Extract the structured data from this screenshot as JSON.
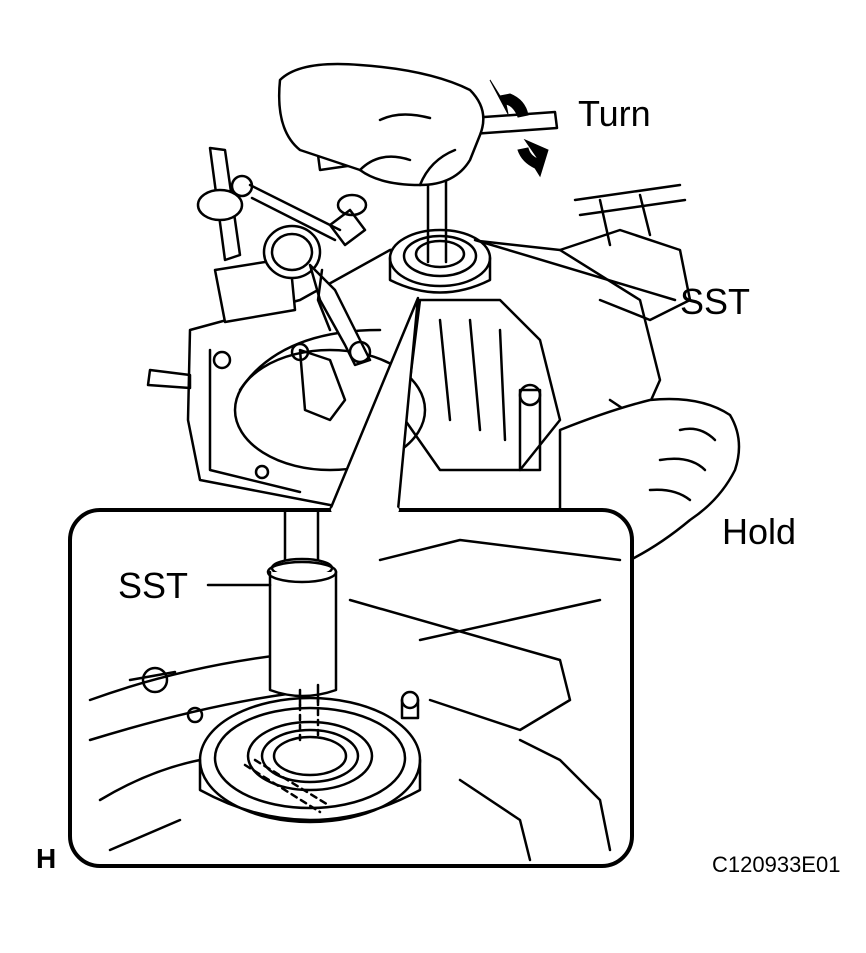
{
  "labels": {
    "turn": "Turn",
    "sst_upper": "SST",
    "hold": "Hold",
    "sst_inset": "SST",
    "corner_mark": "H",
    "figure_code": "C120933E01"
  },
  "colors": {
    "line": "#000000",
    "background": "#ffffff",
    "arrow_fill": "#000000"
  }
}
